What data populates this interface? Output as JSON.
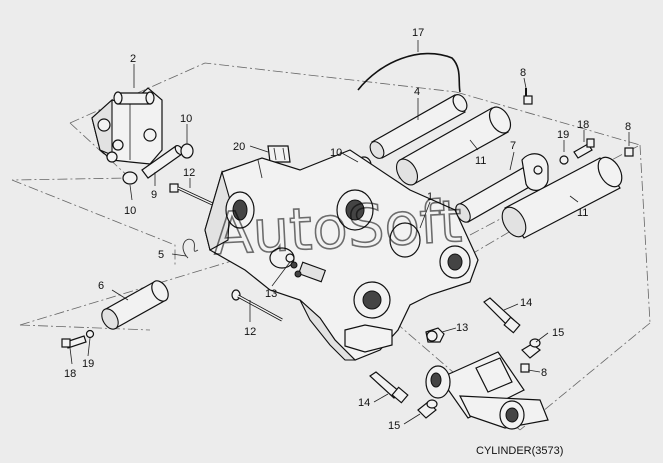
{
  "diagram": {
    "watermark": "AutoSoft",
    "caption": "CYLINDER(3573)",
    "labels": {
      "p2": "2",
      "p10a": "10",
      "p10b": "10",
      "p9": "9",
      "p20": "20",
      "p12a": "12",
      "p5": "5",
      "p6": "6",
      "p18a": "18",
      "p19a": "19",
      "p13a": "13",
      "p12b": "12",
      "p17": "17",
      "p4": "4",
      "p8a": "8",
      "p10c": "10",
      "p11a": "11",
      "p7": "7",
      "p19b": "19",
      "p18b": "18",
      "p8b": "8",
      "p1": "1",
      "p11b": "11",
      "p14a": "14",
      "p15a": "15",
      "p13b": "13",
      "p8c": "8",
      "p14b": "14",
      "p15b": "15"
    }
  }
}
